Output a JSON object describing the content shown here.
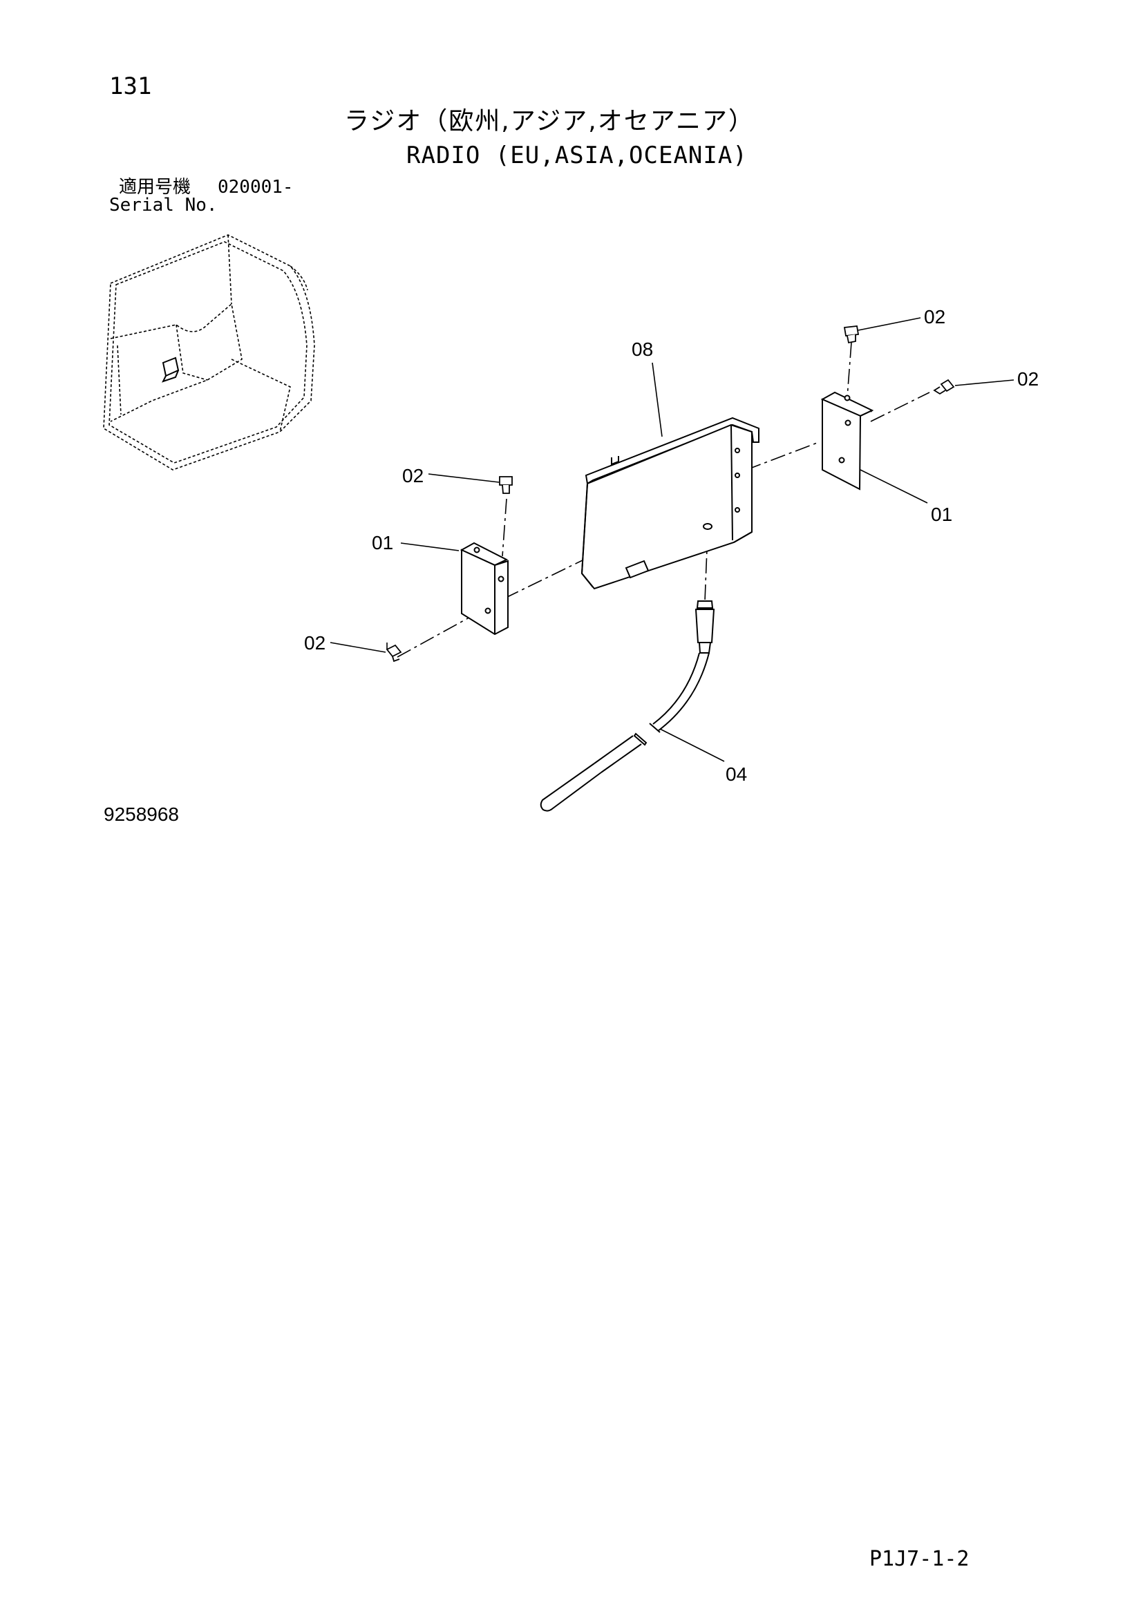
{
  "page_number": "131",
  "title_ja": "ラジオ（欧州,アジア,オセアニア）",
  "title_en": "RADIO (EU,ASIA,OCEANIA)",
  "serial": {
    "label_ja": "適用号機",
    "value": "020001-",
    "label_en": "Serial No."
  },
  "figure_number": "9258968",
  "page_code": "P1J7-1-2",
  "callouts": {
    "c1": "02",
    "c2": "08",
    "c3": "02",
    "c4": "02",
    "c5": "01",
    "c6": "01",
    "c7": "02",
    "c8": "04"
  }
}
